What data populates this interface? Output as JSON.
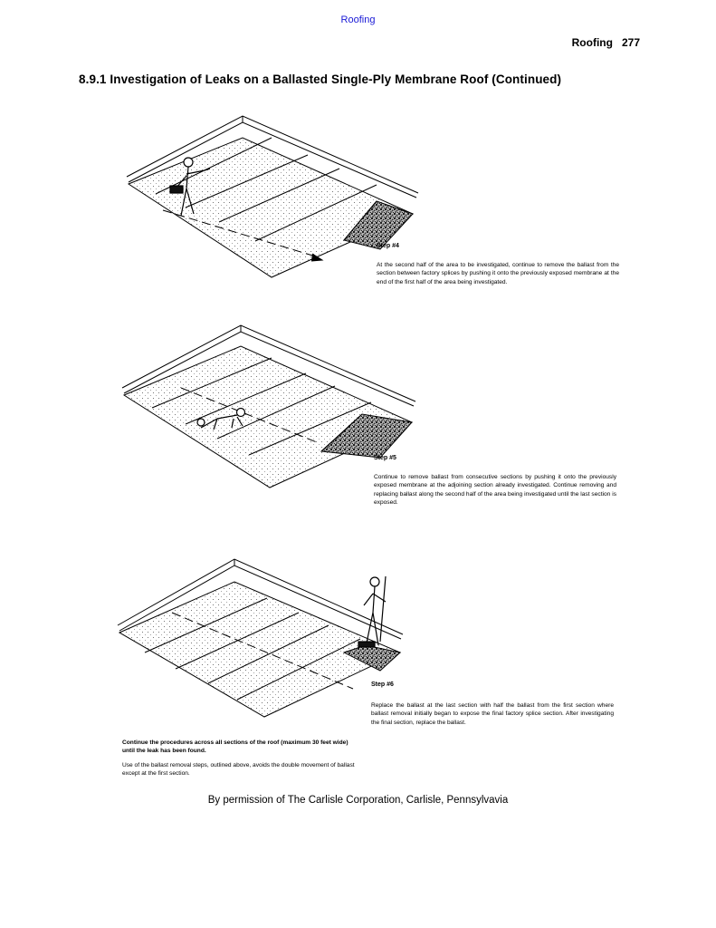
{
  "header": {
    "top_link": "Roofing",
    "running_title": "Roofing",
    "page_number": "277"
  },
  "section": {
    "title": "8.9.1 Investigation of Leaks on a Ballasted Single-Ply Membrane Roof (Continued)"
  },
  "steps": [
    {
      "label": "Step #4",
      "text": "At the second half of the area to be investigated, continue to remove the ballast from the section between factory splices by pushing it onto the previously exposed membrane at the end of the first half of the area being investigated."
    },
    {
      "label": "Step #5",
      "text": "Continue to remove ballast from consecutive sections by pushing it onto the previously exposed membrane at the adjoining section already investigated. Continue removing and replacing ballast along the second half of the area being investigated until the last section is exposed."
    },
    {
      "label": "Step #6",
      "text": "Replace the ballast at the last section with half the ballast from the first section where ballast removal initially began to expose the final factory splice section. After investigating the final section, replace the ballast."
    }
  ],
  "continuation": {
    "heading": "Continue the procedures across all sections of the roof (maximum 30 feet wide) until the leak has been found.",
    "note": "Use of the ballast removal steps, outlined above, avoids the double movement of ballast except at the first section."
  },
  "credit": "By permission of The Carlisle Corporation, Carlisle, Pennsylvavia"
}
